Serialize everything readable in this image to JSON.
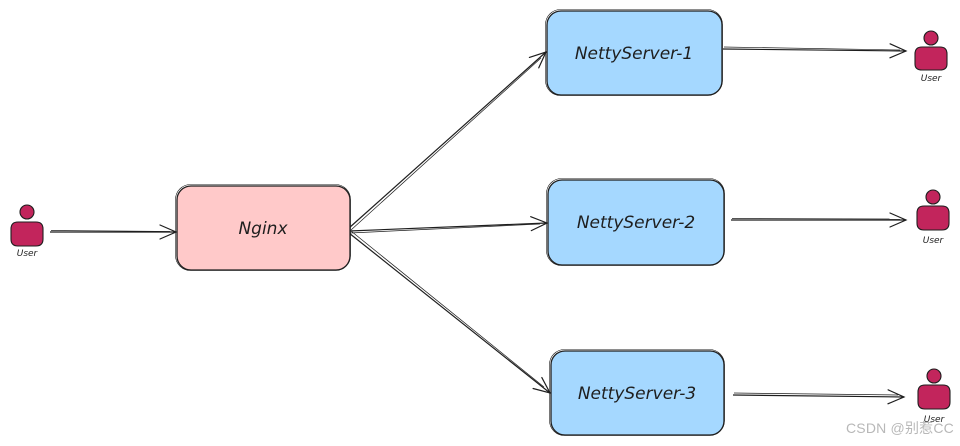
{
  "nodes": {
    "nginx": {
      "label": "Nginx",
      "fill": "#ffc9c9"
    },
    "server1": {
      "label": "NettyServer-1",
      "fill": "#a5d8ff"
    },
    "server2": {
      "label": "NettyServer-2",
      "fill": "#a5d8ff"
    },
    "server3": {
      "label": "NettyServer-3",
      "fill": "#a5d8ff"
    }
  },
  "users": {
    "client": {
      "label": "User"
    },
    "user1": {
      "label": "User"
    },
    "user2": {
      "label": "User"
    },
    "user3": {
      "label": "User"
    }
  },
  "colors": {
    "stroke": "#1e1e1e",
    "user_icon": "#c2255c"
  },
  "watermark": "CSDN @别惹CC"
}
